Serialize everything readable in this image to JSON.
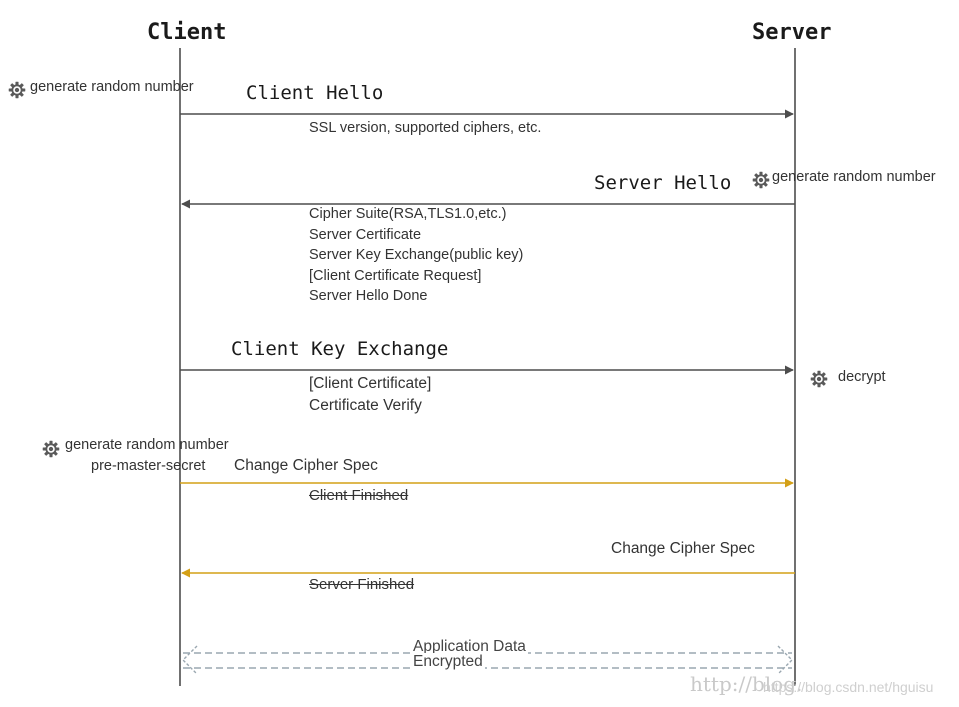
{
  "actors": {
    "client": "Client",
    "server": "Server"
  },
  "client_hello": {
    "title": "Client Hello",
    "detail": "SSL version, supported ciphers, etc.",
    "note": "generate random number"
  },
  "server_hello": {
    "title": "Server Hello",
    "note": "generate random number",
    "details": [
      "Cipher Suite(RSA,TLS1.0,etc.)",
      "Server Certificate",
      "Server Key Exchange(public key)",
      "[Client Certificate Request]",
      "Server Hello Done"
    ]
  },
  "client_key_exchange": {
    "title": "Client Key Exchange",
    "details": [
      "[Client Certificate]",
      "Certificate Verify"
    ],
    "server_note": "decrypt"
  },
  "client_change_cipher": {
    "note_line1": "generate random number",
    "note_line2": "pre-master-secret",
    "title": "Change Cipher Spec",
    "finished": "Client Finished"
  },
  "server_change_cipher": {
    "title": "Change Cipher Spec",
    "finished": "Server Finished"
  },
  "application_data": {
    "line1": "Application Data",
    "line2": "Encrypted"
  },
  "watermark": {
    "main": "http://blog.",
    "small": "https://blog.csdn.net/hguisu"
  },
  "colors": {
    "line": "#4d4d4d",
    "gold": "#d4a017",
    "dashed": "#9aa7b0",
    "gear": "#5a5a5a"
  },
  "icons": [
    "gear-icon"
  ]
}
